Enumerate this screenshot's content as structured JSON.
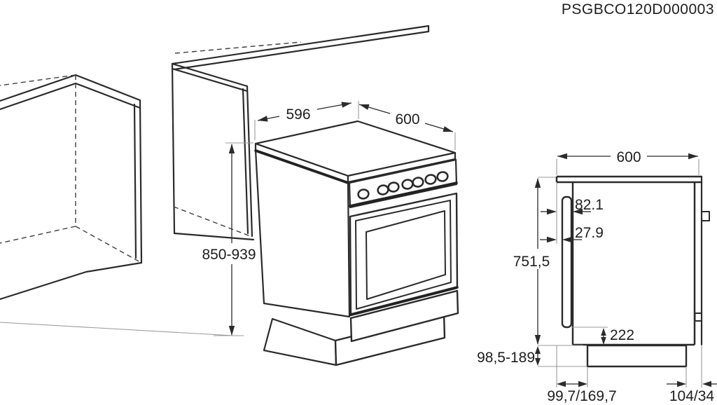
{
  "title": "PSGBCO120D000003",
  "colors": {
    "line": "#2b2b2b",
    "thin_line": "#9a9a9a",
    "background": "#ffffff"
  },
  "isometric_view": {
    "dim_top_width": "596",
    "dim_top_depth": "600",
    "dim_height_adjustable": "850-939",
    "knob_count": 7
  },
  "side_view": {
    "dim_depth": "600",
    "dim_front_offset_a": "82.1",
    "dim_front_offset_b": "27.9",
    "dim_body_height": "751,5",
    "dim_bottom_rear": "222",
    "dim_plinth_height": "98,5-189",
    "dim_plinth_inset_front": "99,7/169,7",
    "dim_plinth_inset_rear": "104/34"
  }
}
